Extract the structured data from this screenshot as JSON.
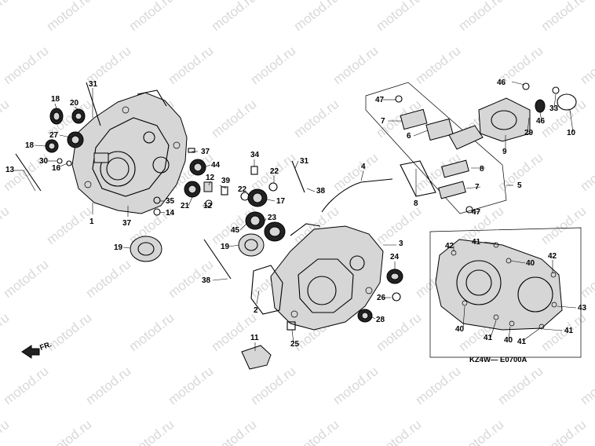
{
  "watermark": "motod.ru",
  "diagram_code": "KZ4W— E0700A",
  "orientation_label": "FR.",
  "callouts": [
    {
      "id": "c31a",
      "text": "31"
    },
    {
      "id": "c18a",
      "text": "18"
    },
    {
      "id": "c20",
      "text": "20"
    },
    {
      "id": "c27",
      "text": "27"
    },
    {
      "id": "c18b",
      "text": "18"
    },
    {
      "id": "c30",
      "text": "30"
    },
    {
      "id": "c16",
      "text": "16"
    },
    {
      "id": "c13",
      "text": "13"
    },
    {
      "id": "c1",
      "text": "1"
    },
    {
      "id": "c37a",
      "text": "37"
    },
    {
      "id": "c44",
      "text": "44"
    },
    {
      "id": "c12a",
      "text": "12"
    },
    {
      "id": "c39",
      "text": "39"
    },
    {
      "id": "c35",
      "text": "35"
    },
    {
      "id": "c14",
      "text": "14"
    },
    {
      "id": "c21",
      "text": "21"
    },
    {
      "id": "c12b",
      "text": "12"
    },
    {
      "id": "c37b",
      "text": "37"
    },
    {
      "id": "c19a",
      "text": "19"
    },
    {
      "id": "c34",
      "text": "34"
    },
    {
      "id": "c22a",
      "text": "22"
    },
    {
      "id": "c22b",
      "text": "22"
    },
    {
      "id": "c17",
      "text": "17"
    },
    {
      "id": "c31b",
      "text": "31"
    },
    {
      "id": "c38a",
      "text": "38"
    },
    {
      "id": "c23",
      "text": "23"
    },
    {
      "id": "c45",
      "text": "45"
    },
    {
      "id": "c19b",
      "text": "19"
    },
    {
      "id": "c38b",
      "text": "38"
    },
    {
      "id": "c4",
      "text": "4"
    },
    {
      "id": "c8a",
      "text": "8"
    },
    {
      "id": "c3",
      "text": "3"
    },
    {
      "id": "c24",
      "text": "24"
    },
    {
      "id": "c26",
      "text": "26"
    },
    {
      "id": "c28",
      "text": "28"
    },
    {
      "id": "c2",
      "text": "2"
    },
    {
      "id": "c11",
      "text": "11"
    },
    {
      "id": "c25",
      "text": "25"
    },
    {
      "id": "c47a",
      "text": "47"
    },
    {
      "id": "c7a",
      "text": "7"
    },
    {
      "id": "c6",
      "text": "6"
    },
    {
      "id": "c46a",
      "text": "46"
    },
    {
      "id": "c33",
      "text": "33"
    },
    {
      "id": "c46b",
      "text": "46"
    },
    {
      "id": "c29",
      "text": "29"
    },
    {
      "id": "c10",
      "text": "10"
    },
    {
      "id": "c9",
      "text": "9"
    },
    {
      "id": "c8b",
      "text": "8"
    },
    {
      "id": "c7b",
      "text": "7"
    },
    {
      "id": "c5",
      "text": "5"
    },
    {
      "id": "c47b",
      "text": "47"
    },
    {
      "id": "c42a",
      "text": "42"
    },
    {
      "id": "c41a",
      "text": "41"
    },
    {
      "id": "c40a",
      "text": "40"
    },
    {
      "id": "c42b",
      "text": "42"
    },
    {
      "id": "c43",
      "text": "43"
    },
    {
      "id": "c40b",
      "text": "40"
    },
    {
      "id": "c41b",
      "text": "41"
    },
    {
      "id": "c40c",
      "text": "40"
    },
    {
      "id": "c41c",
      "text": "41"
    },
    {
      "id": "c41d",
      "text": "41"
    }
  ]
}
